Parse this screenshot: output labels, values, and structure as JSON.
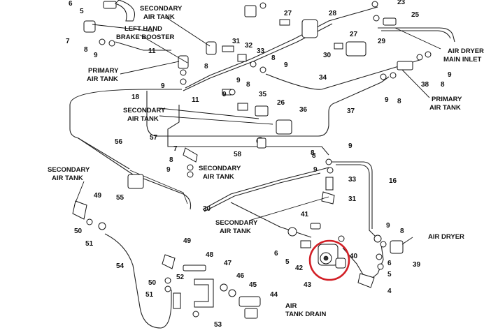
{
  "labels": {
    "secondary_air_tank_top": [
      "SECONDARY",
      "AIR TANK"
    ],
    "left_hand_brake_booster": [
      "LEFT HAND",
      "BRAKE BOOSTER"
    ],
    "primary_air_tank_left": [
      "PRIMARY",
      "AIR TANK"
    ],
    "secondary_air_tank_mid": [
      "SECONDARY",
      "AIR TANK"
    ],
    "secondary_air_tank_center": [
      "SECONDARY",
      "AIR TANK"
    ],
    "secondary_air_tank_left": [
      "SECONDARY",
      "AIR TANK"
    ],
    "secondary_air_tank_lower": [
      "SECONDARY",
      "AIR TANK"
    ],
    "air_dryer_main_inlet": [
      "AIR DRYER",
      "MAIN INLET"
    ],
    "primary_air_tank_right": [
      "PRIMARY",
      "AIR TANK"
    ],
    "air_dryer": [
      "AIR DRYER"
    ],
    "air_tank_drain": [
      "AIR",
      "TANK DRAIN"
    ]
  },
  "callouts": [
    "6",
    "5",
    "7",
    "8",
    "9",
    "11",
    "18",
    "31",
    "32",
    "33",
    "8",
    "9",
    "8",
    "9",
    "11",
    "9",
    "8",
    "9",
    "35",
    "26",
    "36",
    "27",
    "28",
    "27",
    "29",
    "30",
    "34",
    "37",
    "23",
    "25",
    "9",
    "8",
    "9",
    "38",
    "8",
    "9",
    "8",
    "57",
    "56",
    "7",
    "8",
    "9",
    "58",
    "8",
    "9",
    "33",
    "31",
    "16",
    "55",
    "49",
    "50",
    "51",
    "54",
    "41",
    "30",
    "6",
    "5",
    "42",
    "43",
    "40",
    "9",
    "8",
    "6",
    "5",
    "39",
    "4",
    "49",
    "48",
    "47",
    "50",
    "51",
    "52",
    "46",
    "45",
    "44",
    "53"
  ],
  "highlight": {
    "color": "#d21f26",
    "target": "43"
  }
}
